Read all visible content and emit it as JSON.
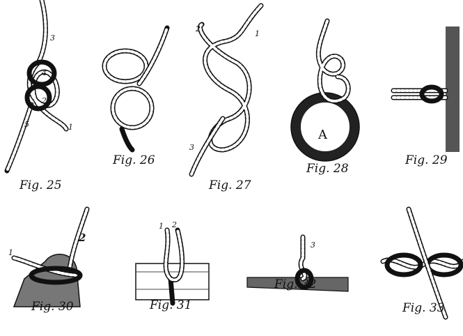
{
  "figures": [
    {
      "caption": "Fig. 25",
      "labels": [
        "1",
        "2",
        "3",
        "4",
        "5"
      ]
    },
    {
      "caption": "Fig. 26"
    },
    {
      "caption": "Fig. 27",
      "labels": [
        "1",
        "2",
        "3"
      ]
    },
    {
      "caption": "Fig. 28",
      "labels": [
        "A"
      ]
    },
    {
      "caption": "Fig. 29"
    },
    {
      "caption": "Fig. 30",
      "labels": [
        "1",
        "2"
      ]
    },
    {
      "caption": "Fig. 31",
      "labels": [
        "1",
        "2"
      ]
    },
    {
      "caption": "Fig. 32",
      "labels": [
        "3"
      ]
    },
    {
      "caption": "Fig. 33"
    }
  ],
  "colors": {
    "ink": "#111111",
    "paper": "#ffffff"
  }
}
